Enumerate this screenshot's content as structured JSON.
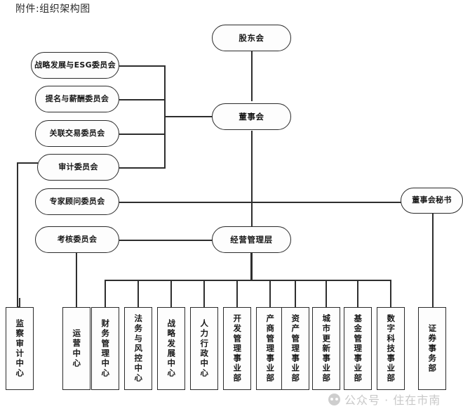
{
  "title": "附件:组织架构图",
  "chart": {
    "type": "org-chart",
    "nodes": {
      "shareholders": {
        "label": "股东会",
        "shape": "pill"
      },
      "board": {
        "label": "董事会",
        "shape": "pill"
      },
      "board_secretary": {
        "label": "董事会秘书",
        "shape": "pill"
      },
      "management": {
        "label": "经营管理层",
        "shape": "pill"
      }
    },
    "committees": [
      {
        "id": "strategy_esg",
        "label": "战略发展与ESG委员会"
      },
      {
        "id": "nomination_remuneration",
        "label": "提名与薪酬委员会"
      },
      {
        "id": "related_transactions",
        "label": "关联交易委员会"
      },
      {
        "id": "audit",
        "label": "审计委员会"
      },
      {
        "id": "expert_advisory",
        "label": "专家顾问委员会"
      },
      {
        "id": "assessment",
        "label": "考核委员会"
      }
    ],
    "departments": [
      {
        "id": "supervision_audit_center",
        "label": "监察审计中心"
      },
      {
        "id": "operations_center",
        "label": "运营中心"
      },
      {
        "id": "finance_management_center",
        "label": "财务管理中心"
      },
      {
        "id": "legal_risk_center",
        "label": "法务与风控中心"
      },
      {
        "id": "strategy_development_center",
        "label": "战略发展中心"
      },
      {
        "id": "hr_admin_center",
        "label": "人力行政中心"
      },
      {
        "id": "development_management_div",
        "label": "开发管理事业部"
      },
      {
        "id": "product_commerce_div",
        "label": "产商管理事业部"
      },
      {
        "id": "asset_management_div",
        "label": "资产管理事业部"
      },
      {
        "id": "urban_renewal_div",
        "label": "城市更新事业部"
      },
      {
        "id": "fund_management_div",
        "label": "基金管理事业部"
      },
      {
        "id": "digital_technology_div",
        "label": "数字科技事业部"
      },
      {
        "id": "securities_affairs_dept",
        "label": "证券事务部"
      }
    ]
  },
  "watermark": {
    "text": "公众号 · 住在市南",
    "icon": "wechat-official-account-icon"
  }
}
